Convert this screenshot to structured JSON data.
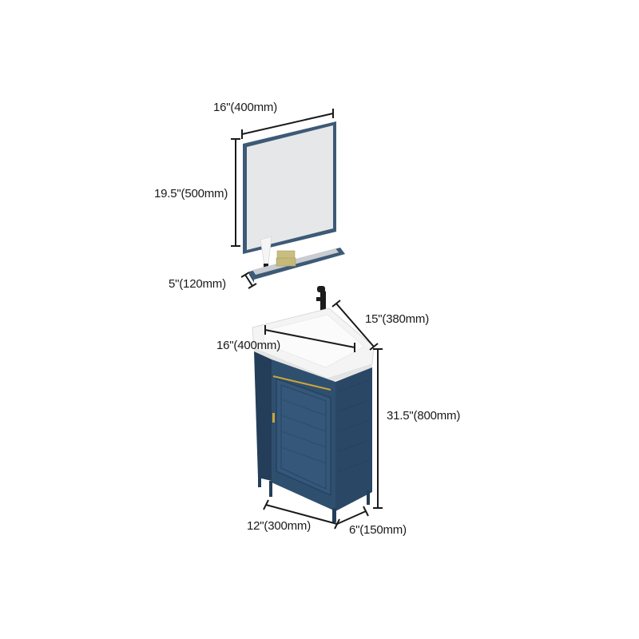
{
  "product": {
    "name": "corner-vanity-with-mirror-and-shelf",
    "colors": {
      "cabinet": "#2f4f6e",
      "cabinet_dark": "#243e59",
      "frame": "#3d5a76",
      "mirror": "#e6e7e8",
      "basin": "#f4f4f4",
      "faucet": "#1c1c1c",
      "handle": "#c9a63a",
      "soap": "#c9be82",
      "dimension_line": "#1a1a1a"
    }
  },
  "dimensions": {
    "mirror_width": "16\"(400mm)",
    "mirror_height": "19.5\"(500mm)",
    "shelf_depth": "5\"(120mm)",
    "basin_depth": "15\"(380mm)",
    "basin_width": "16\"(400mm)",
    "cabinet_height": "31.5\"(800mm)",
    "cabinet_front_width": "12\"(300mm)",
    "cabinet_side_width": "6\"(150mm)"
  }
}
